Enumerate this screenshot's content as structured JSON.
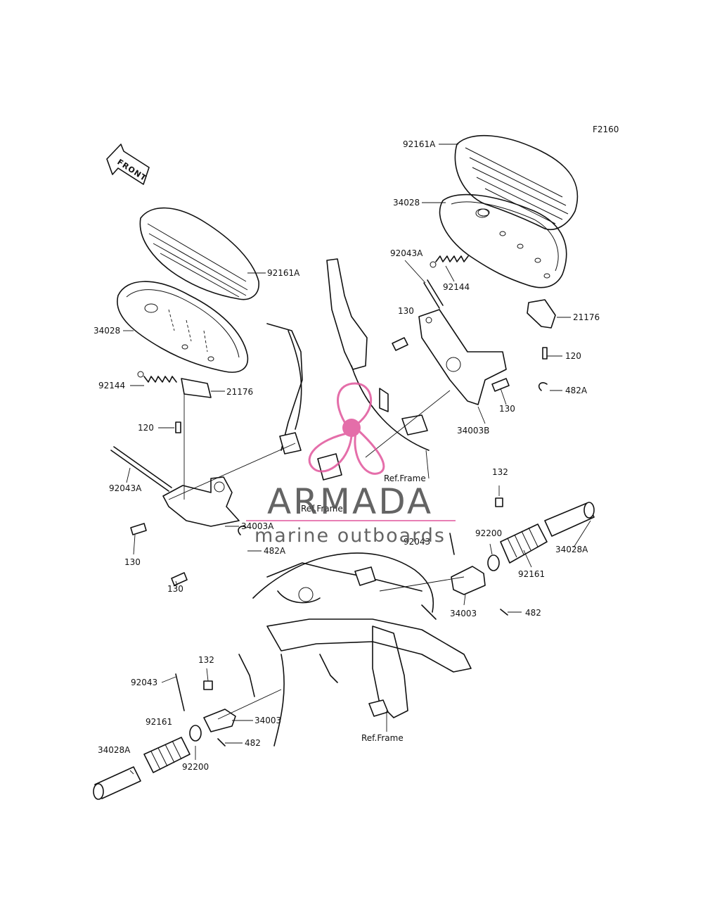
{
  "figure_code": "F2160",
  "front_label": "FRONT",
  "watermark": {
    "brand": "ARMADA",
    "tagline": "marine outboards",
    "accent_color": "#e0559b",
    "text_color": "#4a4a4a"
  },
  "labels": {
    "p92161A_top": "92161A",
    "p34028_top": "34028",
    "p92043A_top": "92043A",
    "p92144_top": "92144",
    "p21176_top": "21176",
    "p130_top_a": "130",
    "p120_top": "120",
    "p482A_top": "482A",
    "p130_top_b": "130",
    "p34003B": "34003B",
    "ref_frame_top": "Ref.Frame",
    "p92161A_left": "92161A",
    "p34028_left": "34028",
    "p92144_left": "92144",
    "p21176_left": "21176",
    "p120_left": "120",
    "p92043A_left": "92043A",
    "ref_frame_mid": "Ref.Frame",
    "p34003A": "34003A",
    "p130_left_a": "130",
    "p482A_left": "482A",
    "p130_left_b": "130",
    "p132_right": "132",
    "p92200_right": "92200",
    "p92043_right": "92043",
    "p34028A_right": "34028A",
    "p92161_right": "92161",
    "p34003_right": "34003",
    "p482_right": "482",
    "p132_left": "132",
    "p92043_left": "92043",
    "p34003_left": "34003",
    "p92161_left": "92161",
    "p482_left": "482",
    "p34028A_left": "34028A",
    "p92200_left": "92200",
    "ref_frame_bottom": "Ref.Frame"
  }
}
